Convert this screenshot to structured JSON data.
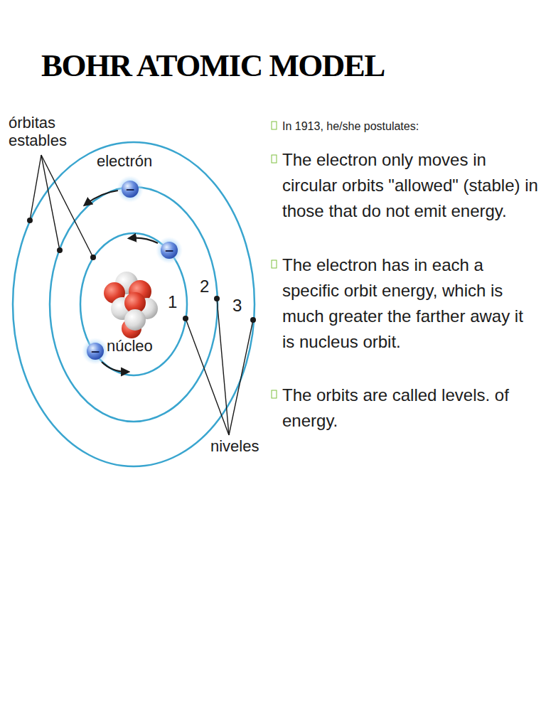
{
  "diagram": {
    "title": "BOHR ATOMIC MODEL",
    "nodes": [
      {
        "text": [
          "−"
        ]
      },
      {
        "text": [
          "−"
        ]
      },
      {
        "text": [
          "−"
        ]
      }
    ],
    "labels": [
      "órbitas estables",
      "electrón",
      "núcleo",
      "1",
      "2",
      "3",
      "niveles",
      "In 1913, he/she postulates:",
      "The electron only moves in circular orbits \"allowed\" (stable) in those that do not emit energy.",
      "The electron has in each a specific orbit energy, which is much greater the farther away it is nucleus orbit.",
      "The orbits are called levels. of energy."
    ]
  }
}
